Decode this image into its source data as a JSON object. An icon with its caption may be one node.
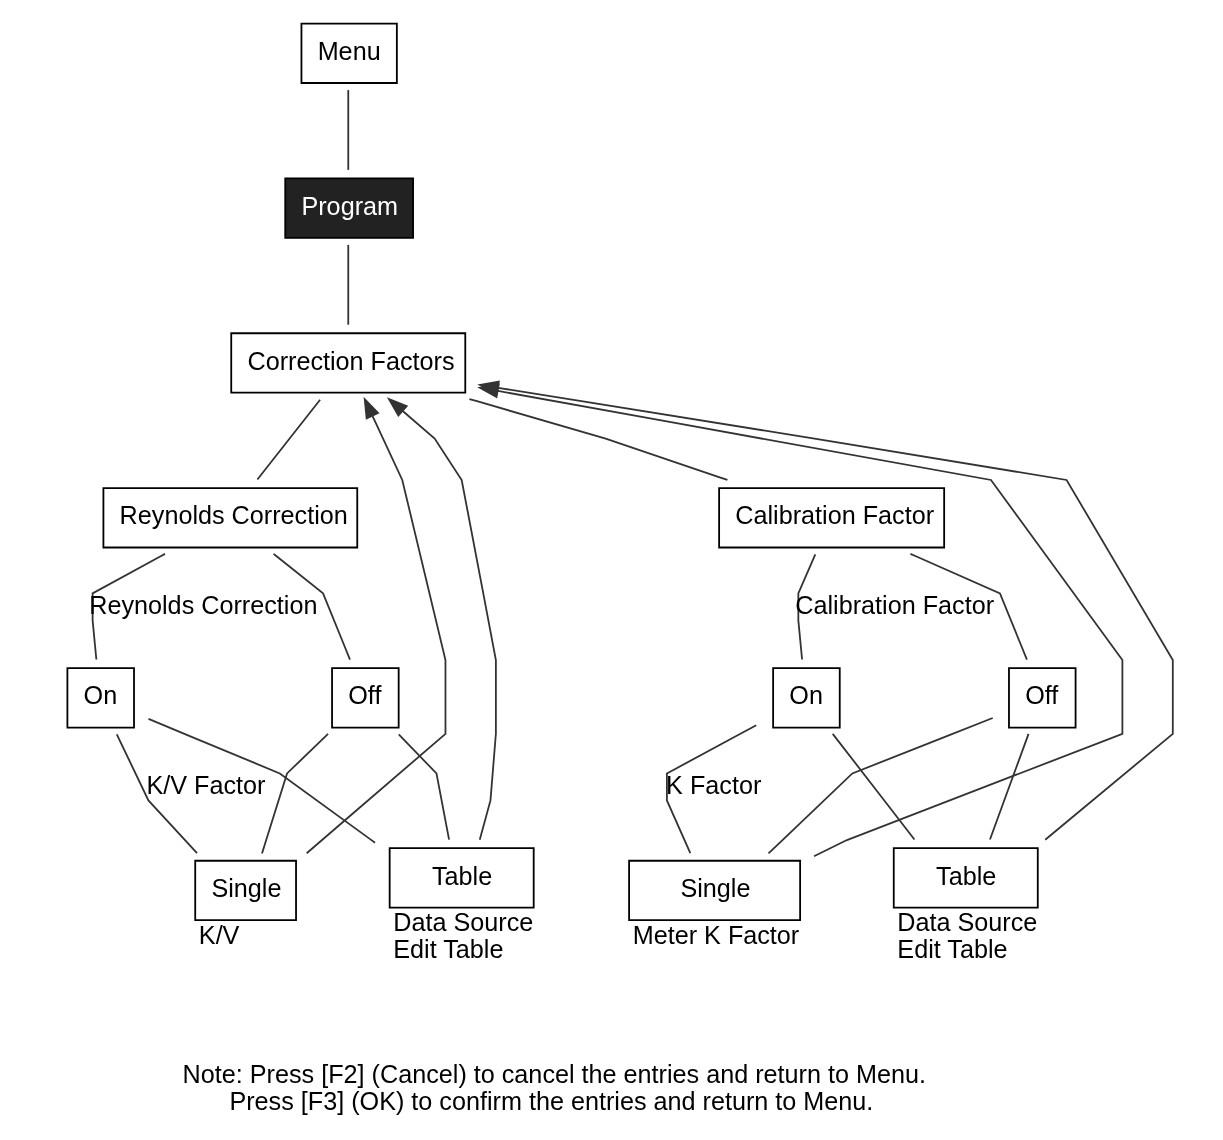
{
  "diagram": {
    "nodes": [
      {
        "text": [
          "Menu"
        ]
      },
      {
        "text": [
          "Program"
        ]
      },
      {
        "text": [
          "Correction Factors"
        ]
      },
      {
        "text": [
          "Reynolds Correction"
        ]
      },
      {
        "text": [
          "Calibration Factor"
        ]
      },
      {
        "text": [
          "On"
        ]
      },
      {
        "text": [
          "Off"
        ]
      },
      {
        "text": [
          "Single"
        ],
        "beside": [
          "K/V"
        ]
      },
      {
        "text": [
          "Table"
        ],
        "beside": [
          "Data Source",
          "Edit Table"
        ]
      },
      {
        "text": [
          "On"
        ]
      },
      {
        "text": [
          "Off"
        ]
      },
      {
        "text": [
          "Single"
        ],
        "beside": [
          "Meter K Factor"
        ]
      },
      {
        "text": [
          "Table"
        ],
        "beside": [
          "Data Source",
          "Edit Table"
        ]
      }
    ],
    "edges": [
      {
        "from": 0,
        "to": 1,
        "arrow": "none"
      },
      {
        "from": 1,
        "to": 2,
        "arrow": "none"
      },
      {
        "from": 2,
        "to": 3,
        "arrow": "none"
      },
      {
        "from": 2,
        "to": 4,
        "arrow": "none"
      },
      {
        "from": 3,
        "to": 5,
        "arrow": "none",
        "label": "Reynolds Correction"
      },
      {
        "from": 3,
        "to": 6,
        "arrow": "none"
      },
      {
        "from": 5,
        "to": 7,
        "arrow": "none",
        "label": "K/V Factor"
      },
      {
        "from": 5,
        "to": 8,
        "arrow": "none"
      },
      {
        "from": 6,
        "to": 7,
        "arrow": "none"
      },
      {
        "from": 6,
        "to": 8,
        "arrow": "none"
      },
      {
        "from": 4,
        "to": 9,
        "arrow": "none",
        "label": "Calibration Factor"
      },
      {
        "from": 4,
        "to": 10,
        "arrow": "none"
      },
      {
        "from": 9,
        "to": 11,
        "arrow": "none",
        "label": "K Factor"
      },
      {
        "from": 9,
        "to": 12,
        "arrow": "none"
      },
      {
        "from": 10,
        "to": 11,
        "arrow": "none"
      },
      {
        "from": 10,
        "to": 12,
        "arrow": "none"
      },
      {
        "from": 7,
        "to": 2,
        "arrow": "to"
      },
      {
        "from": 8,
        "to": 2,
        "arrow": "to"
      },
      {
        "from": 11,
        "to": 2,
        "arrow": "to"
      },
      {
        "from": 12,
        "to": 2,
        "arrow": "to"
      }
    ],
    "labels": [
      "Note: Press [F2] (Cancel) to cancel the entries and return to Menu.",
      "Press [F3] (OK) to confirm the entries and return to Menu."
    ]
  }
}
